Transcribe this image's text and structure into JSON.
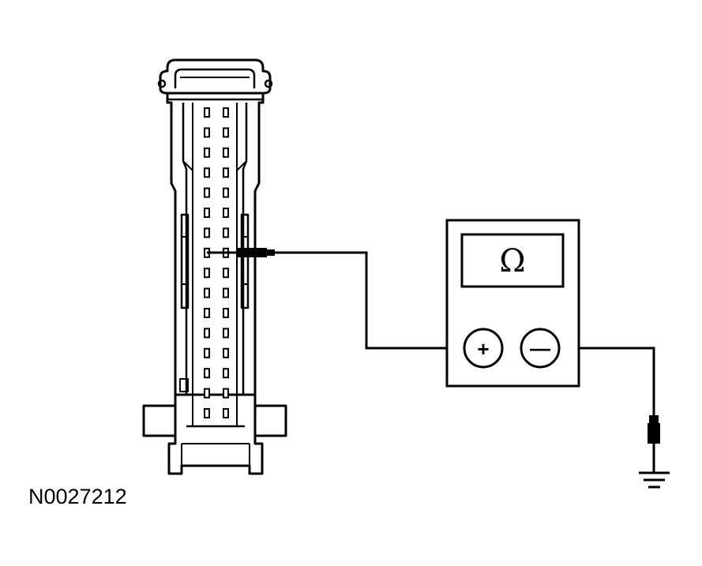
{
  "figure_id": "N0027212",
  "meter": {
    "display_symbol": "Ω",
    "positive_label": "+",
    "negative_label": "—"
  },
  "connector": {
    "pin_rows": 16,
    "pin_columns": 2
  }
}
